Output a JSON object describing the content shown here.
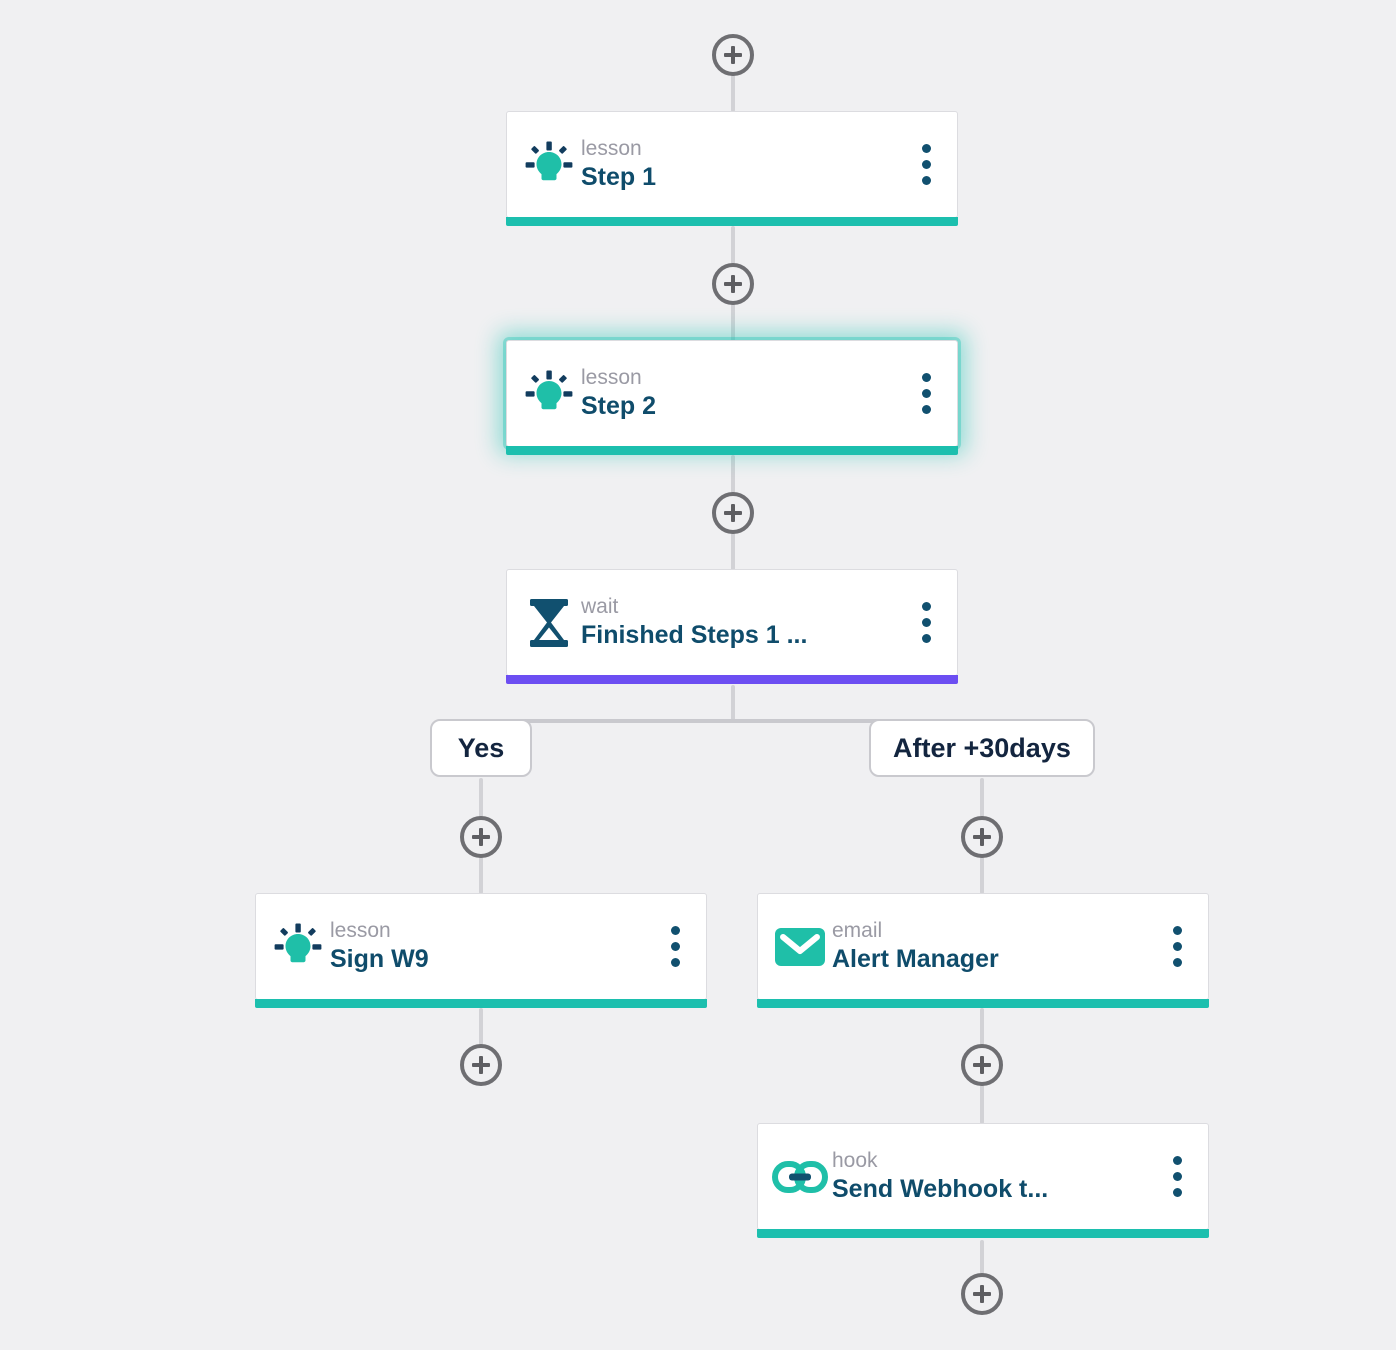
{
  "canvas": {
    "background_color": "#f0f0f2",
    "accent_teal": "#1cbfae",
    "accent_purple": "#6c4ef2",
    "title_color": "#0f4c6b",
    "type_color": "#9a9aa4",
    "connector_color": "#d2d2d6"
  },
  "nodes": [
    {
      "id": "step1",
      "type_label": "lesson",
      "title": "Step 1",
      "icon": "lightbulb-icon",
      "accent": "teal",
      "selected": false
    },
    {
      "id": "step2",
      "type_label": "lesson",
      "title": "Step 2",
      "icon": "lightbulb-icon",
      "accent": "teal",
      "selected": true
    },
    {
      "id": "wait",
      "type_label": "wait",
      "title": "Finished Steps 1 ...",
      "icon": "hourglass-icon",
      "accent": "purple",
      "selected": false
    },
    {
      "id": "signw9",
      "type_label": "lesson",
      "title": "Sign W9",
      "icon": "lightbulb-icon",
      "accent": "teal",
      "selected": false
    },
    {
      "id": "alertmanager",
      "type_label": "email",
      "title": "Alert Manager",
      "icon": "envelope-icon",
      "accent": "teal",
      "selected": false
    },
    {
      "id": "webhook",
      "type_label": "hook",
      "title": "Send Webhook t...",
      "icon": "link-icon",
      "accent": "teal",
      "selected": false
    }
  ],
  "branches": [
    {
      "id": "yes",
      "label": "Yes"
    },
    {
      "id": "after30",
      "label": "After +30days"
    }
  ],
  "add_buttons": [
    {
      "id": "add-top"
    },
    {
      "id": "add-after-step1"
    },
    {
      "id": "add-after-step2"
    },
    {
      "id": "add-yes-branch"
    },
    {
      "id": "add-after30-branch"
    },
    {
      "id": "add-after-signw9"
    },
    {
      "id": "add-after-alertmanager"
    },
    {
      "id": "add-after-webhook"
    }
  ],
  "kebab_menu": {
    "label": "more-options"
  }
}
